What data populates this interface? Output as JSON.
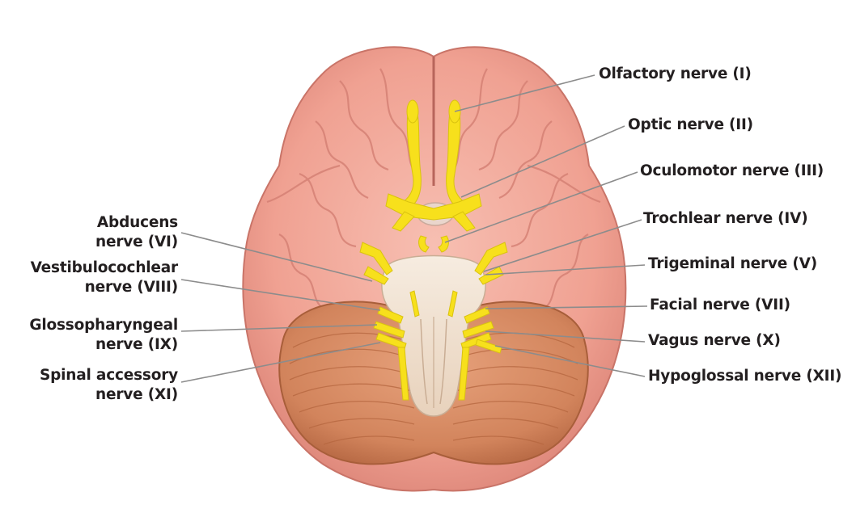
{
  "colors": {
    "cerebrum": "#f2a99a",
    "cerebrum_shadow": "#d9837a",
    "cerebellum": "#d98a63",
    "cerebellum_line": "#b8683f",
    "brainstem": "#f3e6d6",
    "nerve": "#f7e01c",
    "leader_line": "#8c8c8c",
    "text": "#231f20"
  },
  "labels_right": [
    {
      "id": "olfactory",
      "text": "Olfactory nerve (I)"
    },
    {
      "id": "optic",
      "text": "Optic nerve (II)"
    },
    {
      "id": "oculomotor",
      "text": "Oculomotor nerve (III)"
    },
    {
      "id": "trochlear",
      "text": "Trochlear nerve (IV)"
    },
    {
      "id": "trigeminal",
      "text": "Trigeminal nerve (V)"
    },
    {
      "id": "facial",
      "text": "Facial nerve (VII)"
    },
    {
      "id": "vagus",
      "text": "Vagus nerve (X)"
    },
    {
      "id": "hypoglossal",
      "text": "Hypoglossal nerve (XII)"
    }
  ],
  "labels_left": [
    {
      "id": "abducens",
      "line1": "Abducens",
      "line2": "nerve (VI)"
    },
    {
      "id": "vestibulocochlear",
      "line1": "Vestibulocochlear",
      "line2": "nerve (VIII)"
    },
    {
      "id": "glossopharyngeal",
      "line1": "Glossopharyngeal",
      "line2": "nerve (IX)"
    },
    {
      "id": "spinal_accessory",
      "line1": "Spinal accessory",
      "line2": "nerve (XI)"
    }
  ]
}
